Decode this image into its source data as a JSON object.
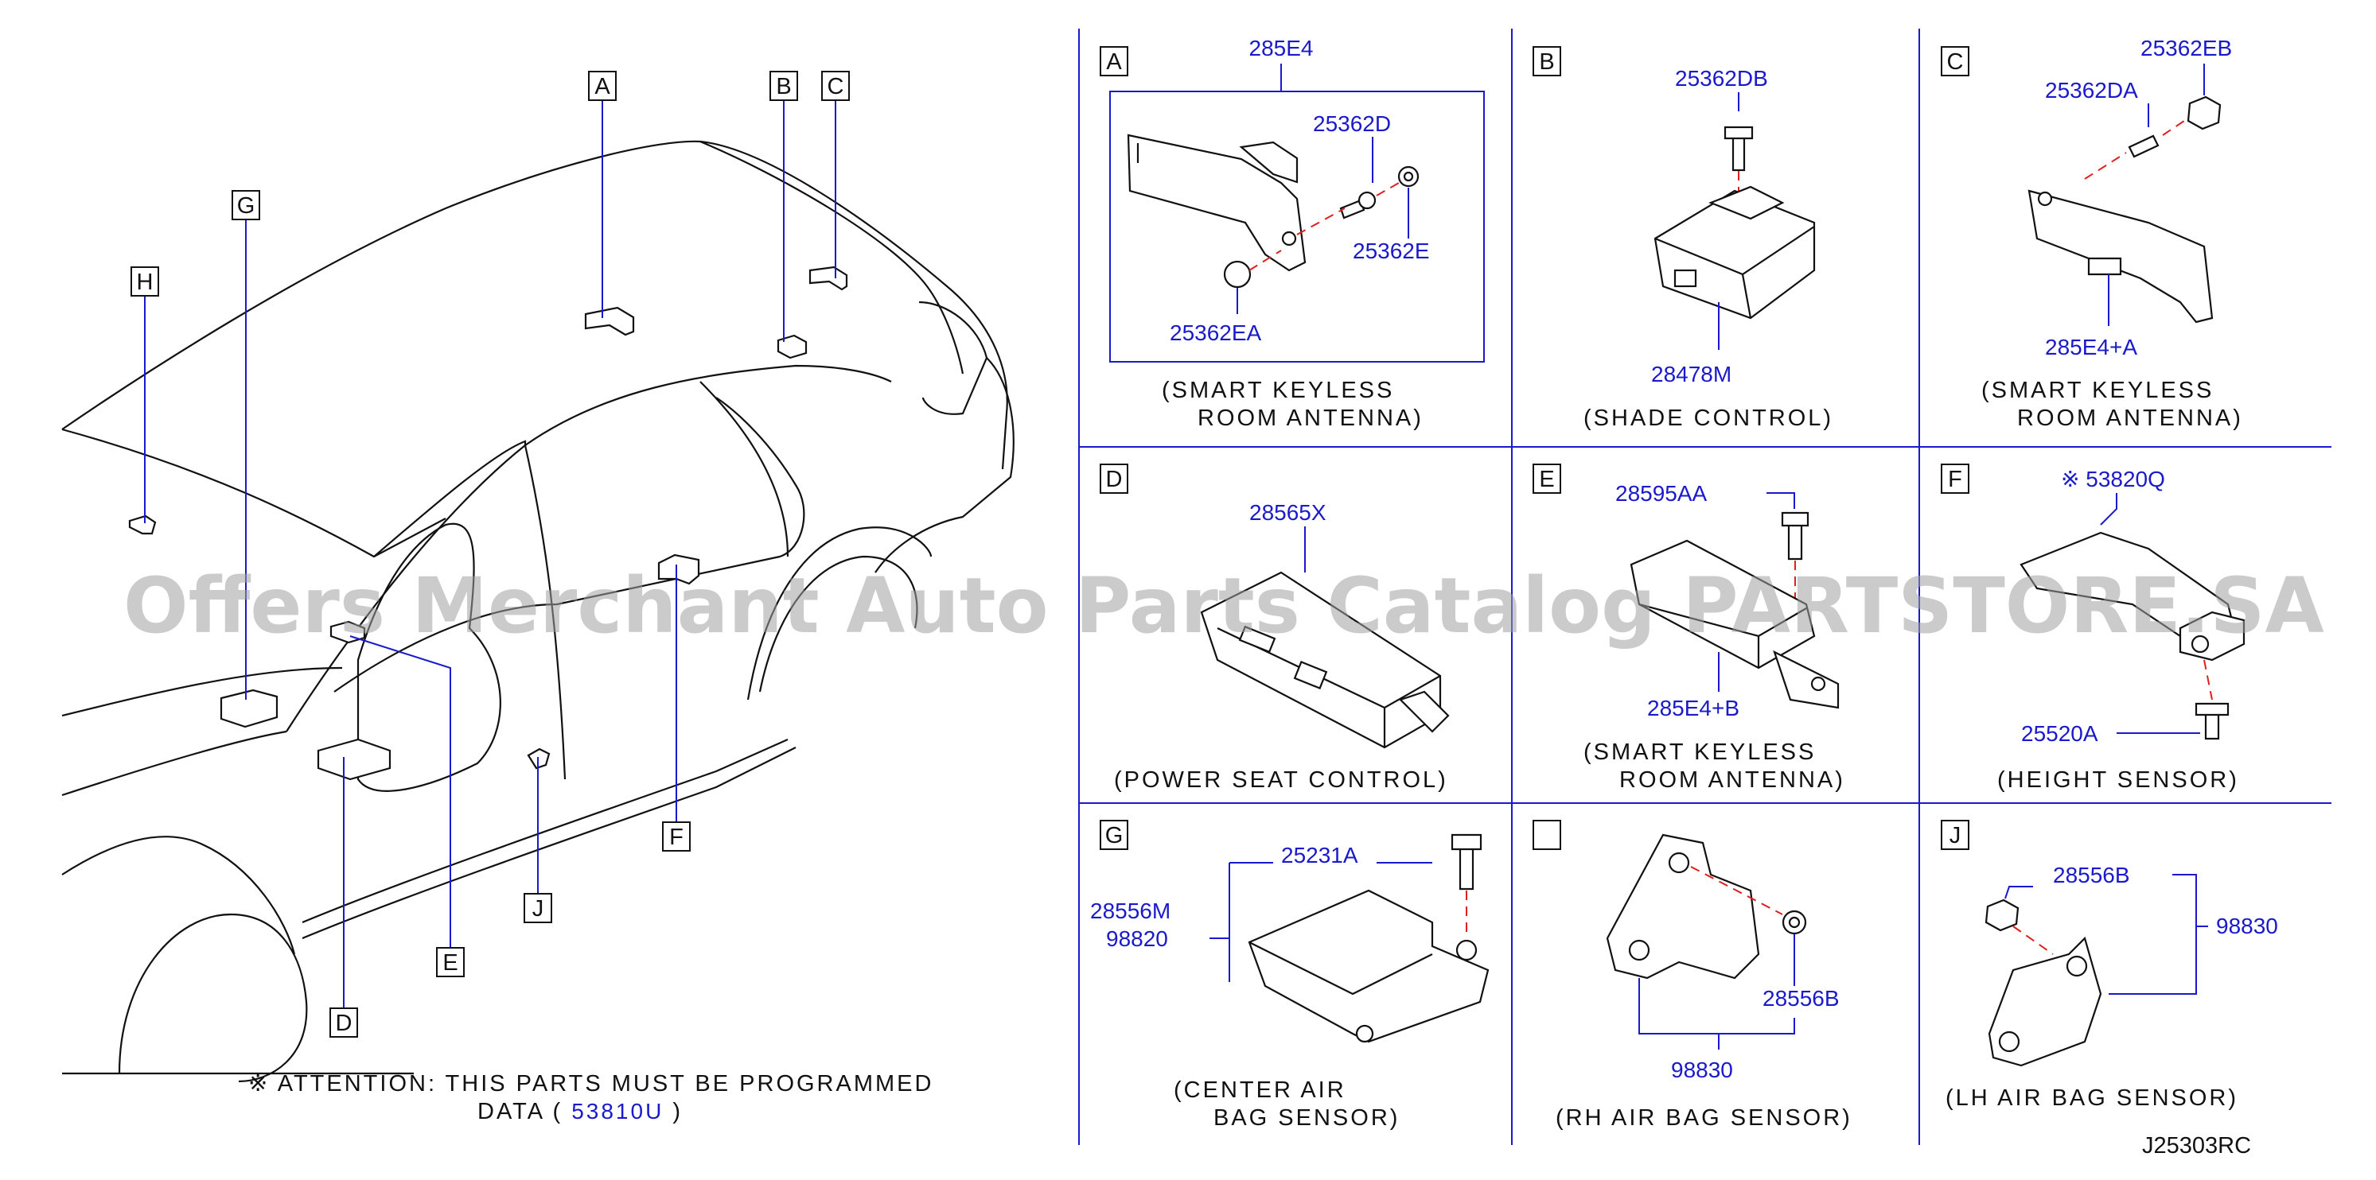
{
  "diagram": {
    "drawing_id": "J25303RC",
    "watermark": "Offers Merchant Auto Parts Catalog PARTSTORE.SA",
    "attention": {
      "symbol": "※",
      "line1": "ATTENTION:  THIS  PARTS  MUST  BE  PROGRAMMED",
      "line2_prefix": "DATA  (",
      "part": "53810U",
      "line2_suffix": ")"
    },
    "car_callouts": [
      "A",
      "B",
      "C",
      "D",
      "E",
      "F",
      "G",
      "H",
      "J"
    ],
    "panels": {
      "A": {
        "letter": "A",
        "parts": [
          "285E4",
          "25362D",
          "25362E",
          "25362EA"
        ],
        "caption_1": "(SMART   KEYLESS",
        "caption_2": "ROOM   ANTENNA)"
      },
      "B": {
        "letter": "B",
        "parts": [
          "25362DB",
          "28478M"
        ],
        "caption_1": "(SHADE   CONTROL)"
      },
      "C": {
        "letter": "C",
        "parts": [
          "25362EB",
          "25362DA",
          "285E4+A"
        ],
        "caption_1": "(SMART   KEYLESS",
        "caption_2": "ROOM   ANTENNA)"
      },
      "D": {
        "letter": "D",
        "parts": [
          "28565X"
        ],
        "caption_1": "(POWER   SEAT   CONTROL)"
      },
      "E": {
        "letter": "E",
        "parts": [
          "28595AA",
          "285E4+B"
        ],
        "caption_1": "(SMART   KEYLESS",
        "caption_2": "ROOM   ANTENNA)"
      },
      "F": {
        "letter": "F",
        "symbol": "※",
        "parts": [
          "53820Q",
          "25520A"
        ],
        "caption_1": "(HEIGHT   SENSOR)"
      },
      "G": {
        "letter": "G",
        "parts": [
          "25231A",
          "28556M",
          "98820"
        ],
        "caption_1": "(CENTER   AIR",
        "caption_2": "BAG   SENSOR)"
      },
      "I": {
        "letter": "",
        "parts": [
          "28556B",
          "98830"
        ],
        "caption_1": "(RH   AIR   BAG   SENSOR)"
      },
      "J": {
        "letter": "J",
        "parts": [
          "28556B",
          "98830"
        ],
        "caption_1": "(LH   AIR   BAG   SENSOR)"
      }
    }
  }
}
